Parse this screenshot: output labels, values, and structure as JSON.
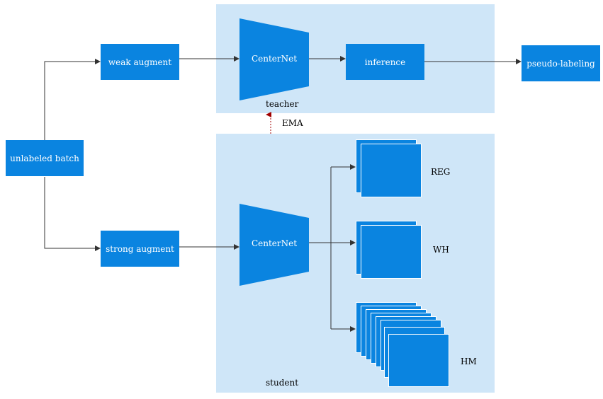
{
  "colors": {
    "panel": "#cfe6f8",
    "box": "#0a84e0",
    "arrow": "#333333",
    "ema_arrow": "#a00000"
  },
  "nodes": {
    "unlabeled_batch": "unlabeled batch",
    "weak_augment": "weak augment",
    "strong_augment": "strong augment",
    "teacher_net": "CenterNet",
    "student_net": "CenterNet",
    "inference": "inference",
    "pseudo_labeling": "pseudo-labeling"
  },
  "labels": {
    "teacher": "teacher",
    "student": "student",
    "ema": "EMA",
    "reg": "REG",
    "wh": "WH",
    "hm": "HM"
  }
}
